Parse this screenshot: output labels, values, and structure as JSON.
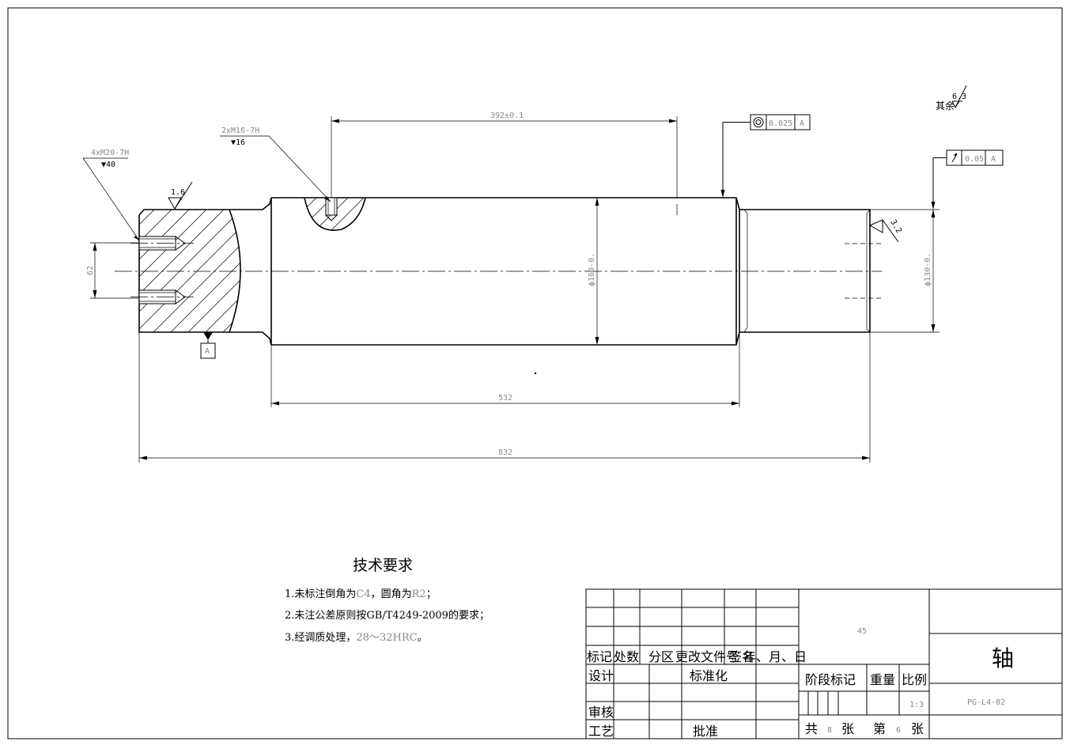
{
  "dimensions": {
    "d392": "392±0.1",
    "d532": "532",
    "d832": "832",
    "d62": "62",
    "dia_main": "ϕ160-0.",
    "dia_end": "ϕ130-0.",
    "thread_left_1": "4xM20-7H",
    "thread_left_2": "▼40",
    "thread_top_1": "2xM16-7H",
    "thread_top_2": "▼16",
    "rough_left": "1.6",
    "rough_right": "3.2",
    "rough_global_label": "其余",
    "rough_global_value": "6.3",
    "datum": "A"
  },
  "tolerances": {
    "concentricity": {
      "value": "0.025",
      "datum": "A"
    },
    "runout": {
      "value": "0.05",
      "datum": "A"
    }
  },
  "tech": {
    "title": "技术要求",
    "r1_a": "1.未标注倒角为",
    "r1_b": "C4",
    "r1_c": "，圆角为",
    "r1_d": "R2",
    "r1_e": "；",
    "r2": "2.未注公差原则按GB/T4249-2009的要求；",
    "r3_a": "3.经调质处理，",
    "r3_b": "28～32HRC",
    "r3_c": "。"
  },
  "titleblock": {
    "h_mark": "标记",
    "h_count": "处数",
    "h_zone": "分区",
    "h_doc": "更改文件号",
    "h_sign": "签名",
    "h_date": "年、月、日",
    "design": "设计",
    "standard": "标准化",
    "review": "审核",
    "process": "工艺",
    "approve": "批准",
    "material": "45",
    "stage": "阶段标记",
    "weight": "重量",
    "scale_label": "比例",
    "scale": "1:3",
    "total_a": "共",
    "total_n": "8",
    "sheet_unit": "张",
    "this_a": "第",
    "this_n": "6",
    "name": "轴",
    "drawing_no": "PG-L4-02"
  }
}
